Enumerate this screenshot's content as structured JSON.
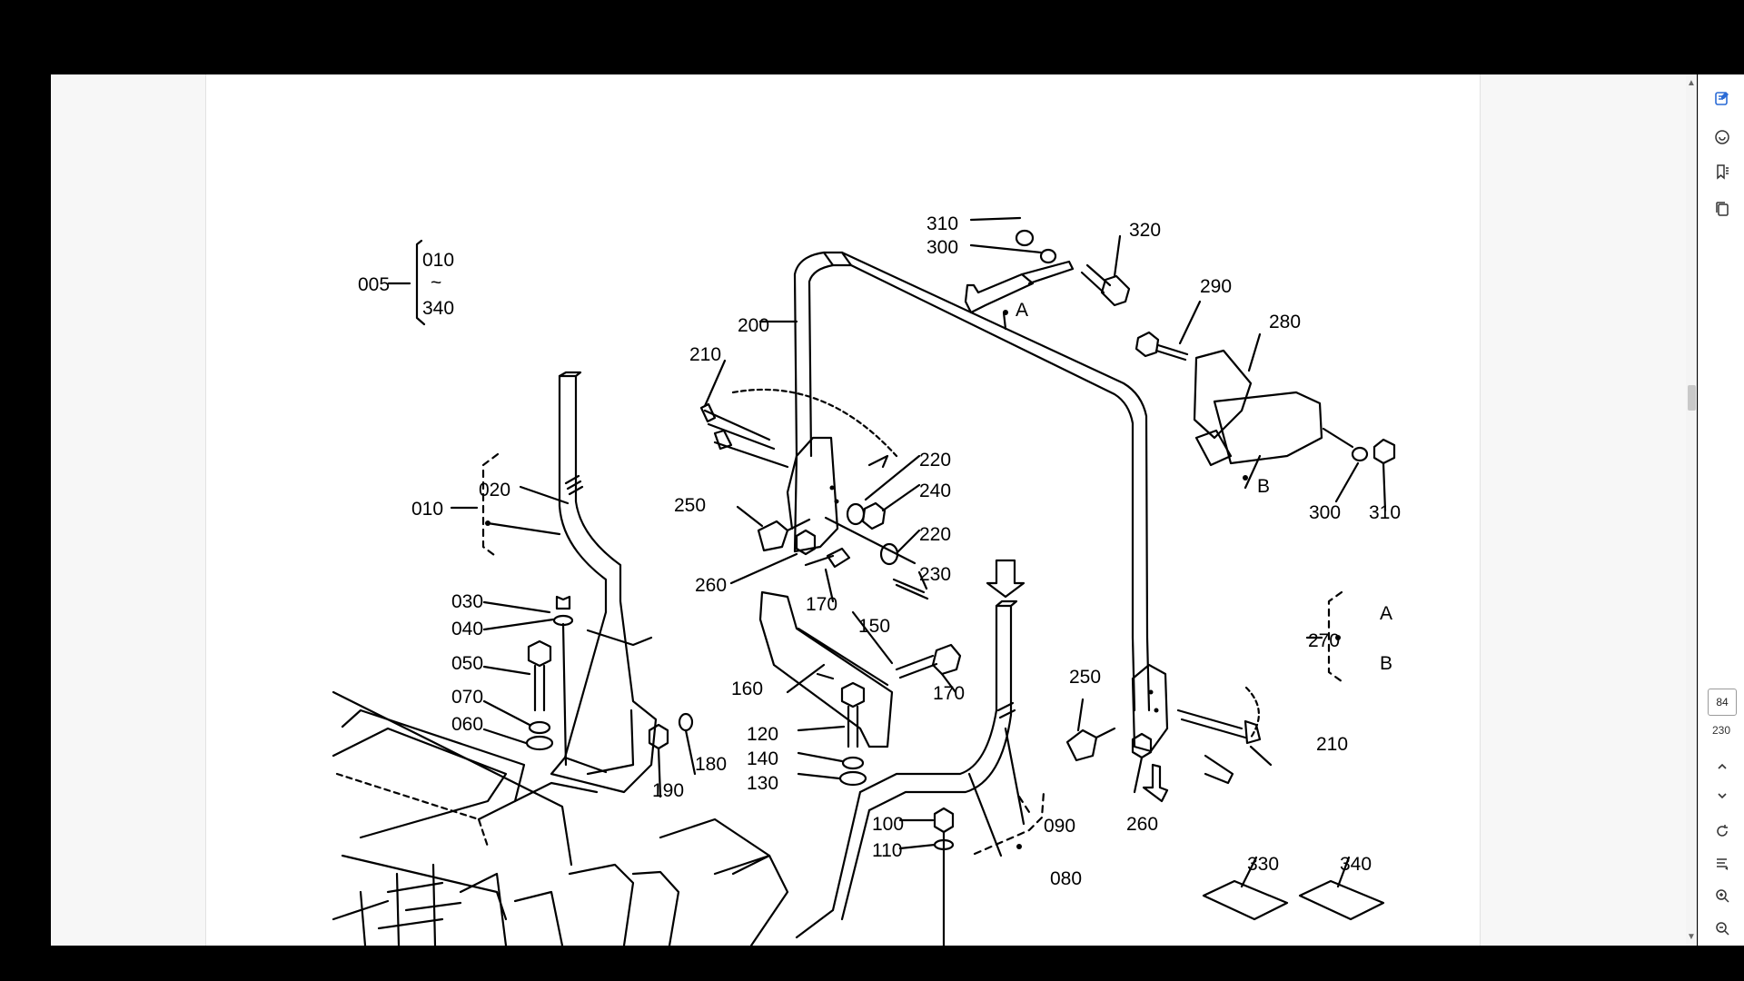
{
  "toolbar_icons": {
    "annotate": "annotate-icon",
    "ocr": "ocr-icon",
    "bookmarks": "bookmarks-icon",
    "pages": "pages-icon",
    "page_up": "chevron-up-icon",
    "page_down": "chevron-down-icon",
    "rotate": "rotate-icon",
    "fit_width": "fit-width-icon",
    "zoom_in": "zoom-in-icon",
    "zoom_out": "zoom-out-icon"
  },
  "pagination": {
    "current_page": "84",
    "total_pages": "230"
  },
  "diagram_labels": {
    "l005": "005",
    "group_top": "010",
    "group_tilde": "~",
    "group_bottom": "340",
    "l010": "010",
    "l020": "020",
    "l030": "030",
    "l040": "040",
    "l050": "050",
    "l070": "070",
    "l060": "060",
    "l190": "190",
    "l180": "180",
    "l210a": "210",
    "l200": "200",
    "l250a": "250",
    "l260a": "260",
    "l170a": "170",
    "l220a": "220",
    "l240": "240",
    "l220b": "220",
    "l230": "230",
    "l150": "150",
    "l160": "160",
    "l170b": "170",
    "l120": "120",
    "l140": "140",
    "l130": "130",
    "l100": "100",
    "l110": "110",
    "l310a": "310",
    "l300a": "300",
    "l320": "320",
    "markA": "A",
    "l290": "290",
    "l280": "280",
    "markB": "B",
    "l300b": "300",
    "l310b": "310",
    "l270": "270",
    "brA": "A",
    "brB": "B",
    "l250b": "250",
    "l090": "090",
    "l080": "080",
    "l260b": "260",
    "l210b": "210",
    "l330": "330",
    "l340": "340"
  },
  "colors": {
    "background": "#000000",
    "page": "#ffffff",
    "ink": "#000000"
  }
}
